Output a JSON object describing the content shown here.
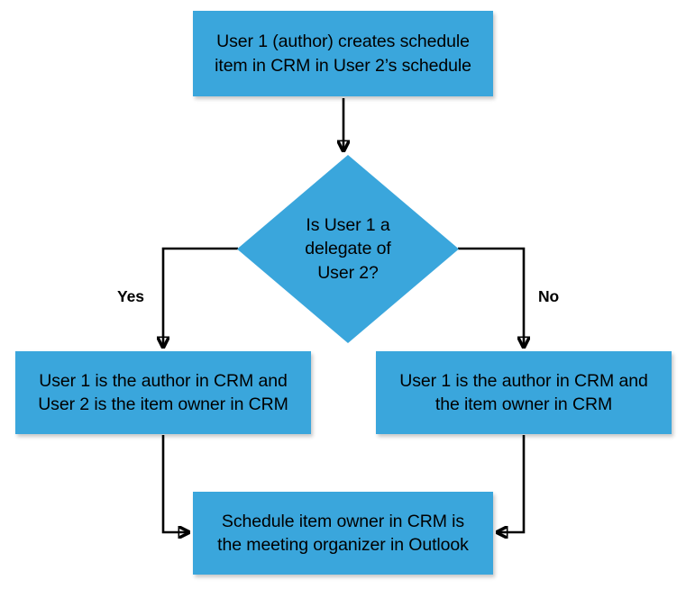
{
  "diagram": {
    "type": "flowchart",
    "title": "",
    "accent_color": "#3aa6dc",
    "line_color": "#000000",
    "background": "#ffffff",
    "nodes": {
      "start": {
        "shape": "process",
        "text": "User 1 (author) creates schedule\nitem in CRM in User 2’s schedule"
      },
      "decision": {
        "shape": "decision",
        "text": "Is User 1 a\ndelegate of\nUser 2?"
      },
      "yes_result": {
        "shape": "process",
        "text": "User 1 is the author in CRM and\nUser 2 is the item owner in CRM"
      },
      "no_result": {
        "shape": "process",
        "text": "User 1 is the author in CRM and\nthe item owner in CRM"
      },
      "end": {
        "shape": "process",
        "text": "Schedule item owner in CRM is\nthe meeting organizer in Outlook"
      }
    },
    "edge_labels": {
      "yes": "Yes",
      "no": "No"
    }
  }
}
